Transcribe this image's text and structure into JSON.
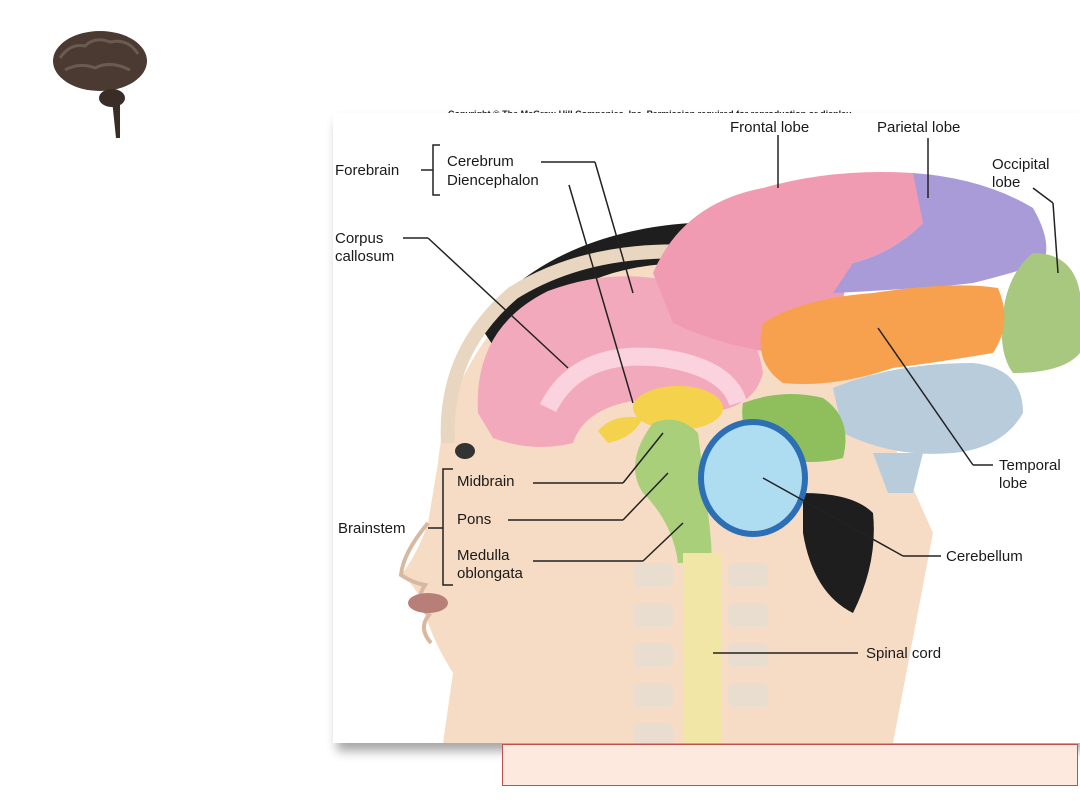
{
  "copyright_notice": "Copyright © The McGraw-Hill Companies, Inc. Permission required for reproduction or display.",
  "labels": {
    "frontal_lobe": "Frontal lobe",
    "parietal_lobe": "Parietal lobe",
    "occipital_lobe_1": "Occipital",
    "occipital_lobe_2": "lobe",
    "forebrain": "Forebrain",
    "cerebrum": "Cerebrum",
    "diencephalon": "Diencephalon",
    "corpus_callosum_1": "Corpus",
    "corpus_callosum_2": "callosum",
    "midbrain": "Midbrain",
    "pons": "Pons",
    "brainstem": "Brainstem",
    "medulla_1": "Medulla",
    "medulla_2": "oblongata",
    "temporal_lobe_1": "Temporal",
    "temporal_lobe_2": "lobe",
    "cerebellum": "Cerebellum",
    "spinal_cord": "Spinal cord"
  },
  "colors": {
    "frontal": "#f19bb3",
    "parietal": "#a99ad8",
    "occipital": "#a8c77f",
    "temporal": "#f7a14e",
    "cerebellum": "#aeddf2",
    "midbrain": "#a9cf7a",
    "diencephalon": "#f4d24c",
    "skin": "#f6dcc4",
    "hair": "#1e1e1e",
    "caption_fill": "#fde9dd",
    "caption_border": "#c0504d"
  },
  "caption": ""
}
